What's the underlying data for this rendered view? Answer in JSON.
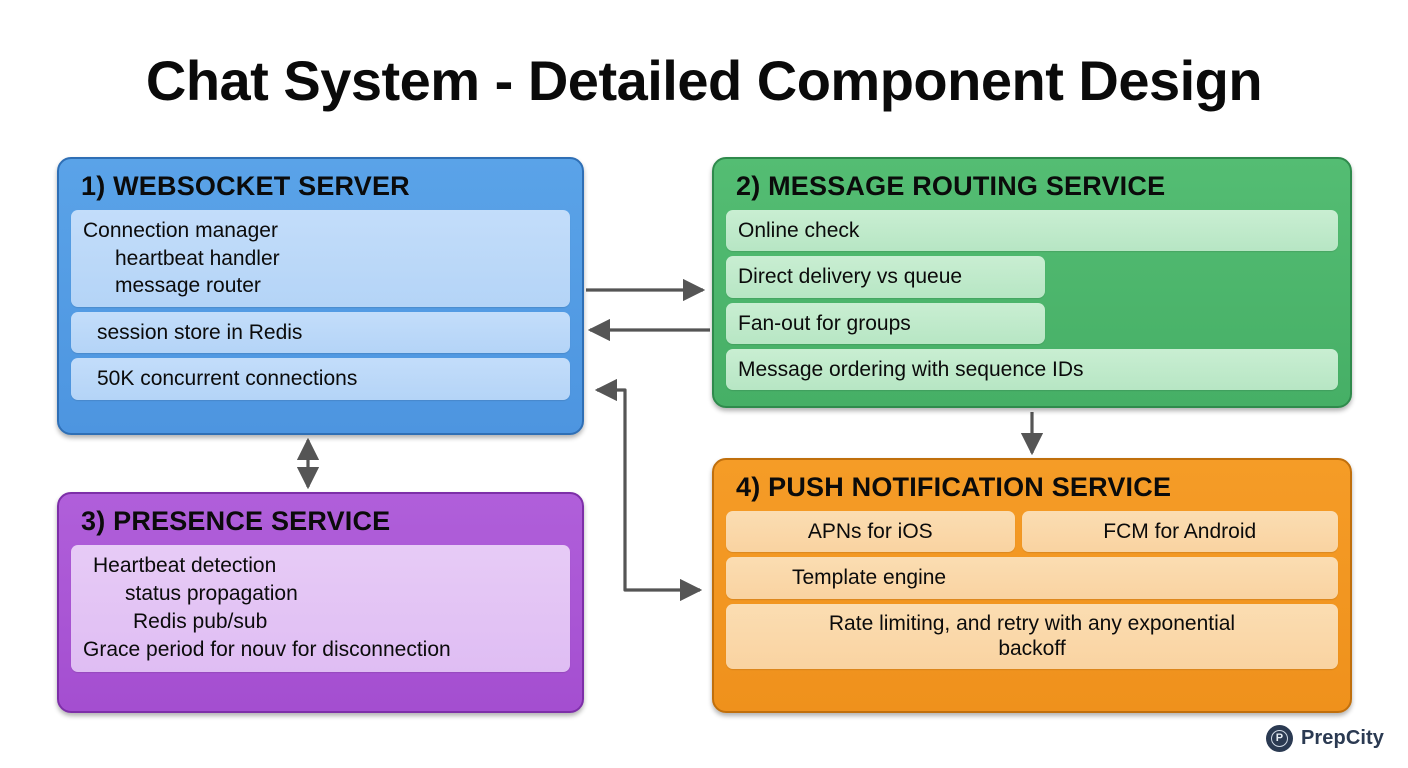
{
  "page": {
    "title": "Chat System - Detailed Component Design",
    "background": "#ffffff"
  },
  "colors": {
    "blue": "#4d95e0",
    "green": "#46af66",
    "purple": "#a44ed0",
    "orange": "#ef911c",
    "arrow": "#555555",
    "logo": "#2b3a52"
  },
  "boxes": {
    "websocket": {
      "title": "1) WEBSOCKET SERVER",
      "color": "#4d95e0",
      "rows": [
        {
          "chips": [
            {
              "text": "Connection manager\nheartbeat handler\nmessage router",
              "width": "full",
              "align": "left",
              "indent_lines": [
                2,
                3
              ]
            }
          ]
        },
        {
          "chips": [
            {
              "text": "session store in Redis",
              "width": "full",
              "align": "indent"
            }
          ]
        },
        {
          "chips": [
            {
              "text": "50K concurrent connections",
              "width": "full",
              "align": "indent"
            }
          ]
        }
      ]
    },
    "routing": {
      "title": "2) MESSAGE ROUTING SERVICE",
      "color": "#46af66",
      "rows": [
        {
          "chips": [
            {
              "text": "Online check",
              "width": "full",
              "align": "left"
            }
          ]
        },
        {
          "chips": [
            {
              "text": "Direct delivery vs queue",
              "width": "half",
              "align": "left"
            }
          ]
        },
        {
          "chips": [
            {
              "text": "Fan-out for groups",
              "width": "half",
              "align": "left"
            }
          ]
        },
        {
          "chips": [
            {
              "text": "Message ordering with sequence IDs",
              "width": "full",
              "align": "left"
            }
          ]
        }
      ]
    },
    "presence": {
      "title": "3) PRESENCE SERVICE",
      "color": "#a44ed0",
      "rows": [
        {
          "chips": [
            {
              "text": "Heartbeat detection\nstatus propagation\nRedis pub/sub\nGrace period for nouv for disconnection",
              "width": "full",
              "align": "mixed"
            }
          ]
        }
      ]
    },
    "push": {
      "title": "4) PUSH NOTIFICATION SERVICE",
      "color": "#ef911c",
      "rows": [
        {
          "chips": [
            {
              "text": "APNs for iOS",
              "width": "47",
              "align": "center"
            },
            {
              "text": "FCM for Android",
              "width": "52",
              "align": "center"
            }
          ]
        },
        {
          "chips": [
            {
              "text": "Template engine",
              "width": "full",
              "align": "indent-center"
            }
          ]
        },
        {
          "chips": [
            {
              "text": "Rate limiting, and  retry with any exponential\nbackoff",
              "width": "full",
              "align": "center"
            }
          ]
        }
      ]
    }
  },
  "arrows": [
    {
      "name": "websocket-to-routing",
      "from": "websocket",
      "to": "routing",
      "direction": "right"
    },
    {
      "name": "routing-to-websocket",
      "from": "routing",
      "to": "websocket",
      "direction": "left"
    },
    {
      "name": "websocket-presence-bidirectional",
      "from": "websocket",
      "to": "presence",
      "direction": "both"
    },
    {
      "name": "routing-to-push",
      "from": "routing",
      "to": "push",
      "direction": "down"
    },
    {
      "name": "push-websocket-elbow",
      "from": "push",
      "to": "websocket",
      "direction": "both"
    }
  ],
  "logo": {
    "mark": "P",
    "wordmark": "PrepCity"
  }
}
